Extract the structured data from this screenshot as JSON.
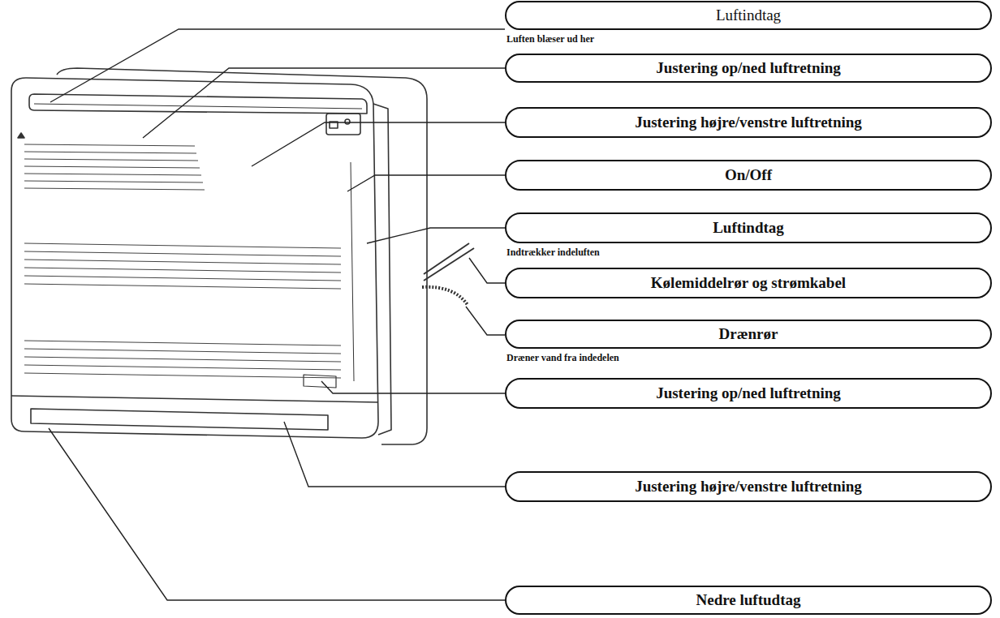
{
  "diagram": {
    "nodes": [
      {
        "text": [
          "Luftindtag",
          "Luften blæser ud her"
        ]
      },
      {
        "text": [
          "Justering op/ned luftretning"
        ]
      },
      {
        "text": [
          "Justering højre/venstre luftretning"
        ]
      },
      {
        "text": [
          "On/Off"
        ]
      },
      {
        "text": [
          "Luftindtag",
          "Indtrækker indeluften"
        ]
      },
      {
        "text": [
          "Kølemiddelrør og strømkabel"
        ]
      },
      {
        "text": [
          "Drænrør",
          "Dræner vand fra indedelen"
        ]
      },
      {
        "text": [
          "Justering op/ned luftretning"
        ]
      },
      {
        "text": [
          "Justering højre/venstre luftretning"
        ]
      },
      {
        "text": [
          "Nedre luftudtag"
        ]
      }
    ]
  }
}
